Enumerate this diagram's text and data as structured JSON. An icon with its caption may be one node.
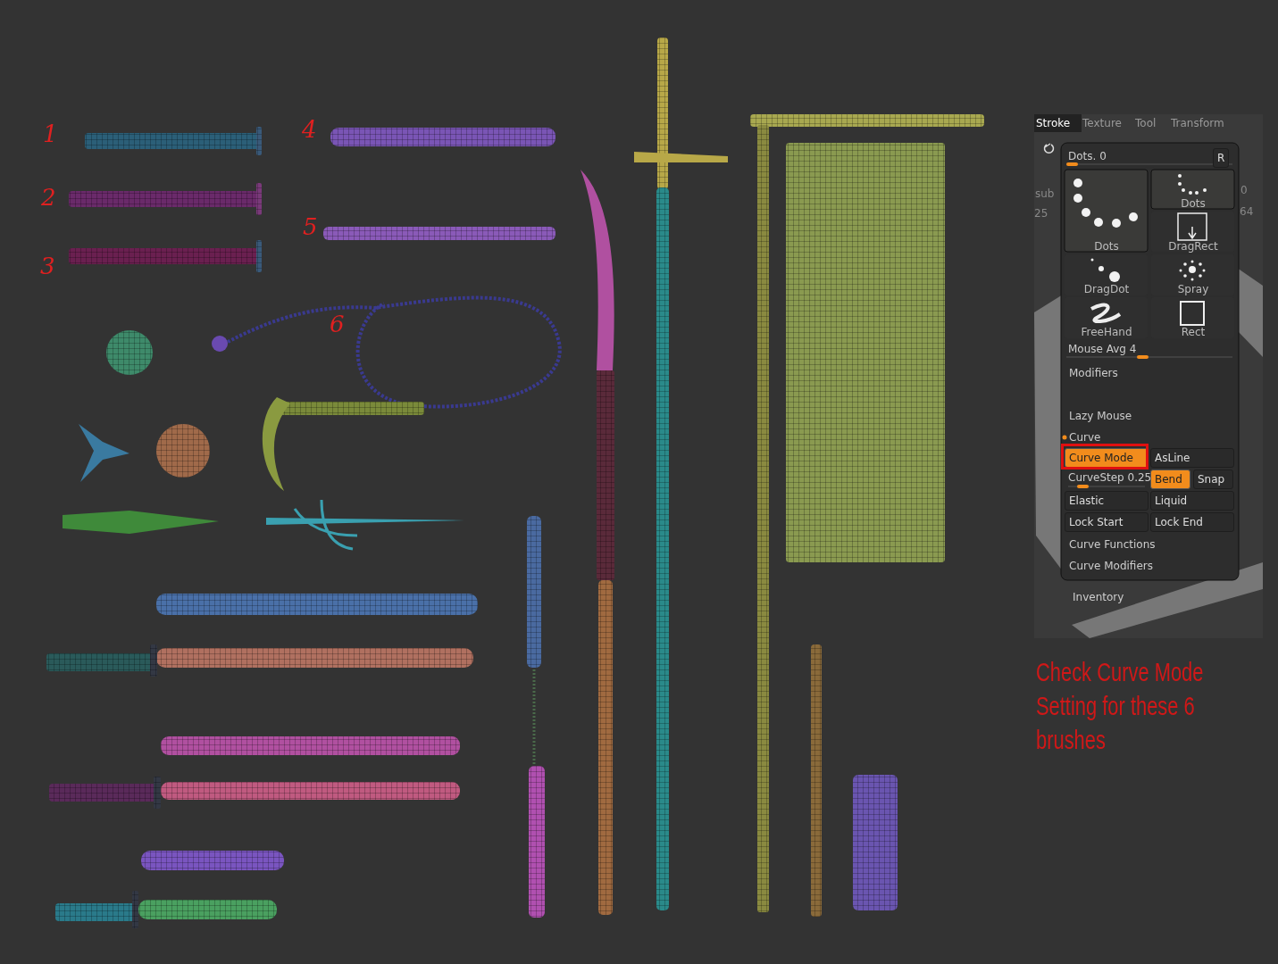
{
  "diagram": {
    "caption": "Check Curve Mode Setting for these 6 brushes",
    "labels": [
      "1",
      "4",
      "2",
      "5",
      "3",
      "6",
      "Stroke",
      "Texture",
      "Tool",
      "Transform",
      "Dots. 0",
      "R",
      "sub",
      "0",
      "25",
      "64",
      "Dots",
      "Dots",
      "DragRect",
      "DragDot",
      "Spray",
      "FreeHand",
      "Rect",
      "Mouse Avg 4",
      "Modifiers",
      "Lazy Mouse",
      "Curve",
      "Curve Mode",
      "AsLine",
      "CurveStep 0.25",
      "Bend",
      "Snap",
      "Elastic",
      "Liquid",
      "Lock Start",
      "Lock End",
      "Curve Functions",
      "Curve Modifiers",
      "Inventory"
    ]
  }
}
